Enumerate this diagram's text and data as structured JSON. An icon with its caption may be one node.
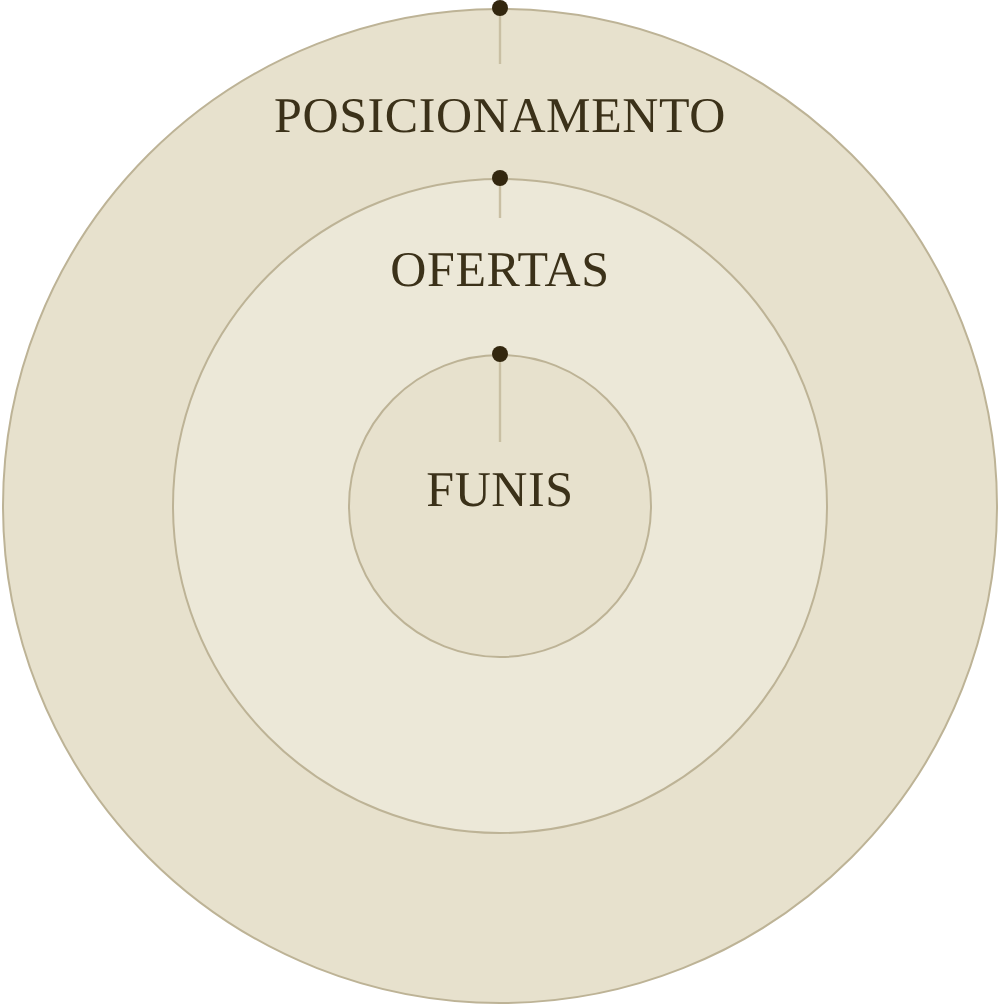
{
  "diagram": {
    "nodes": [
      {
        "text": [
          "POSICIONAMENTO"
        ]
      },
      {
        "text": [
          "OFERTAS"
        ],
        "in": 0
      },
      {
        "text": [
          "FUNIS"
        ],
        "in": 1
      }
    ]
  }
}
